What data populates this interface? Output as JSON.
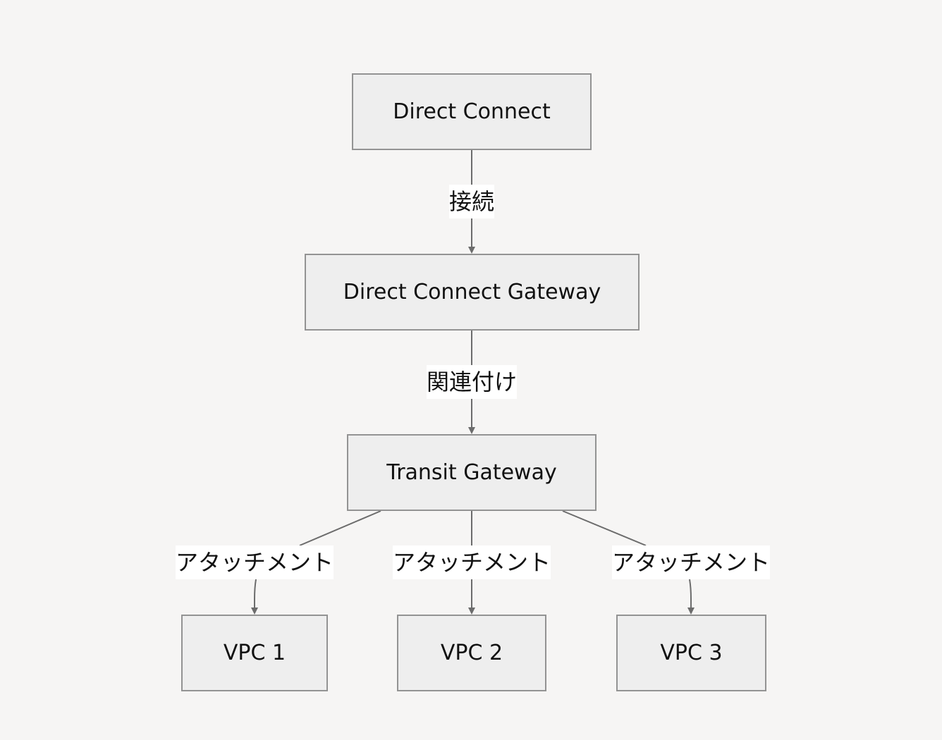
{
  "colors": {
    "background": "#f6f5f4",
    "node_fill": "#eeeeee",
    "node_border": "#939393",
    "edge": "#6c6c6c",
    "label_bg": "#ffffff"
  },
  "nodes": {
    "direct_connect": "Direct Connect",
    "dx_gateway": "Direct Connect Gateway",
    "transit_gateway": "Transit Gateway",
    "vpc1": "VPC 1",
    "vpc2": "VPC 2",
    "vpc3": "VPC 3"
  },
  "edges": {
    "dx_to_dxgw": "接続",
    "dxgw_to_tgw": "関連付け",
    "tgw_to_vpc1": "アタッチメント",
    "tgw_to_vpc2": "アタッチメント",
    "tgw_to_vpc3": "アタッチメント"
  }
}
